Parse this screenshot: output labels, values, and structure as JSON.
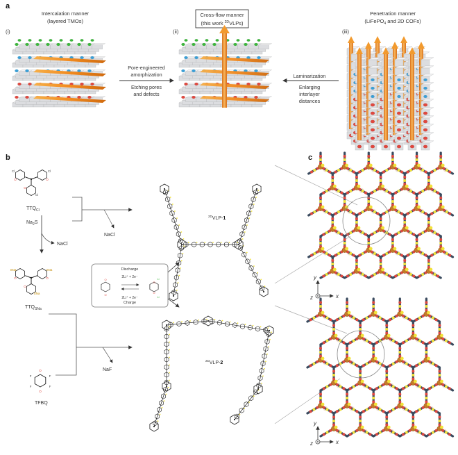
{
  "panel_a": {
    "label": "a",
    "left": {
      "roman": "(i)",
      "title": "Intercalation manner",
      "subtitle": "(layered TMOs)"
    },
    "middle": {
      "roman": "(ii)",
      "title": "Cross-flow manner",
      "subtitle_pre": "(this work ",
      "subtitle_sup": "2D",
      "subtitle_post": "VLPs)"
    },
    "right": {
      "roman": "(iii)",
      "title": "Penetration manner",
      "subtitle_pre": "(LiFePO",
      "subtitle_sub": "4",
      "subtitle_post": " and 2D COFs)"
    },
    "arrow_left": {
      "line1": "Pore-engineered",
      "line2": "amorphization",
      "line3": "Etching pores",
      "line4": "and defects"
    },
    "arrow_right": {
      "line1": "Laminarization",
      "line2": "Enlarging",
      "line3": "interlayer",
      "line4": "distances"
    }
  },
  "panel_b": {
    "label": "b",
    "ttq_cl": {
      "main": "TTQ",
      "sub": "Cl"
    },
    "ttq_sna": {
      "main": "TTQ",
      "sub": "SNa"
    },
    "na2s": {
      "pre": "Na",
      "sub": "2",
      "post": "S"
    },
    "nacl": "NaCl",
    "naf": "NaF",
    "tfbq": "TFBQ",
    "vlp1": {
      "sup": "2D",
      "main": "VLP-",
      "num": "1"
    },
    "vlp2": {
      "sup": "2D",
      "main": "VLP-",
      "num": "2"
    },
    "box": {
      "discharge": "Discharge",
      "charge": "Charge",
      "eq_top": "2Li⁺ + 2e⁻",
      "eq_bottom": "2Li⁺ + 2e⁻"
    },
    "atoms": {
      "cl": "Cl",
      "o": "O",
      "s": "S",
      "f": "F",
      "na": "Na",
      "sna": "SNa",
      "li": "Li"
    }
  },
  "panel_c": {
    "label": "c",
    "axis_y": "y",
    "axis_x": "x",
    "axis_z": "z"
  },
  "colors": {
    "gray_block": "#d9dadc",
    "orange": "#f28a1e",
    "red_atom": "#e0483f",
    "blue_atom": "#3aa0d8",
    "green_atom": "#3cb83c",
    "yellow_atom": "#f2e23a",
    "dark_bond": "#3a4a5e"
  }
}
